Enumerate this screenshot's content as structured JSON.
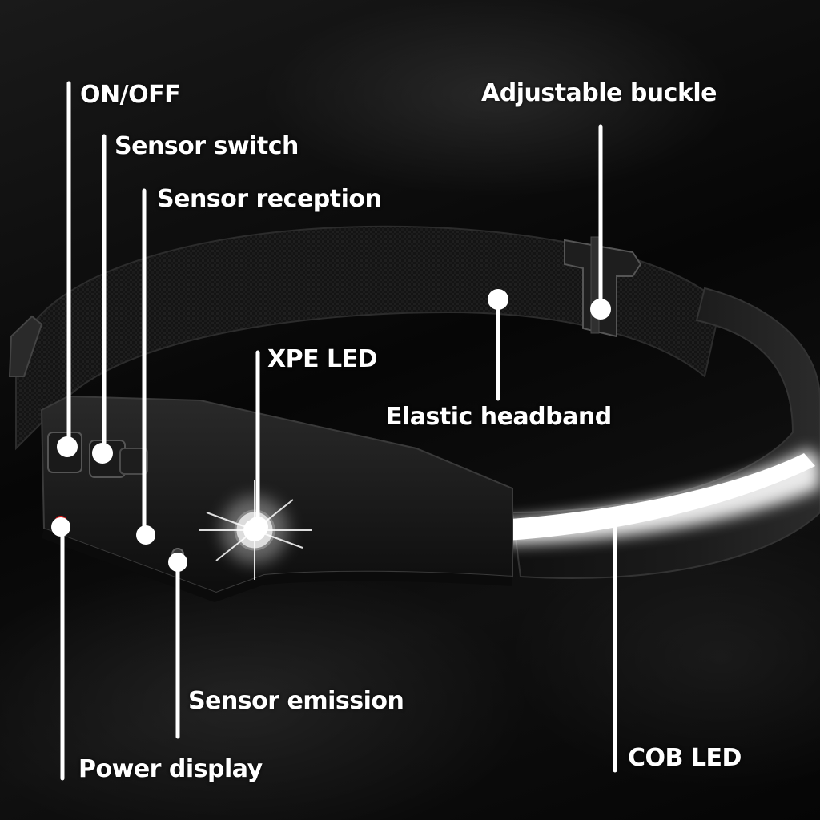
{
  "labels": {
    "on_off": "ON/OFF",
    "sensor_switch": "Sensor switch",
    "sensor_reception": "Sensor reception",
    "xpe_led": "XPE LED",
    "adjustable_buckle": "Adjustable buckle",
    "elastic_headband": "Elastic headband",
    "sensor_emission": "Sensor emission",
    "power_display": "Power display",
    "cob_led": "COB LED"
  },
  "colors": {
    "label_text": "#ffffff",
    "pointer": "#ffffff",
    "led_glow": "#ffffff",
    "power_indicator": "#e01818",
    "band": "#151515"
  }
}
